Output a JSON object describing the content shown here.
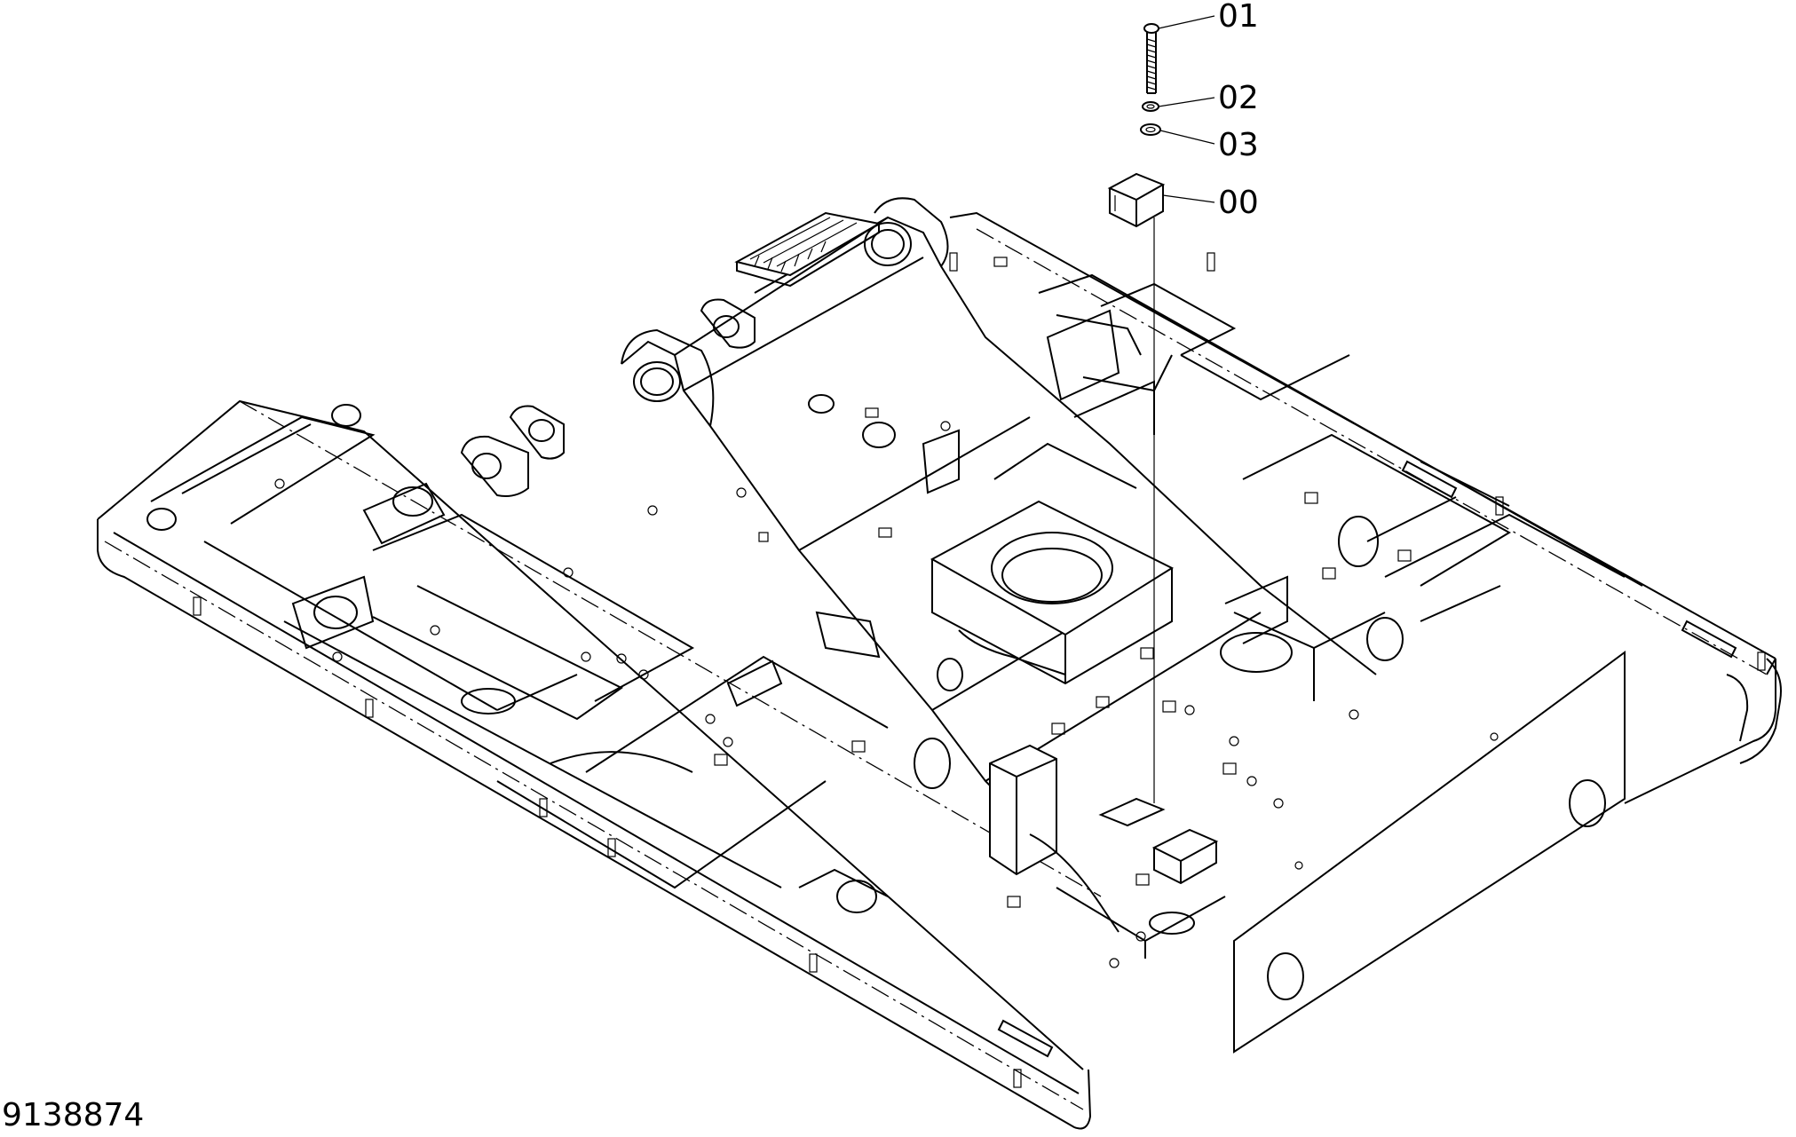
{
  "drawing": {
    "drawing_number": "9138874",
    "callouts": [
      {
        "id": "01",
        "part": "bolt"
      },
      {
        "id": "02",
        "part": "spring-washer"
      },
      {
        "id": "03",
        "part": "flat-washer"
      },
      {
        "id": "00",
        "part": "block"
      }
    ]
  }
}
